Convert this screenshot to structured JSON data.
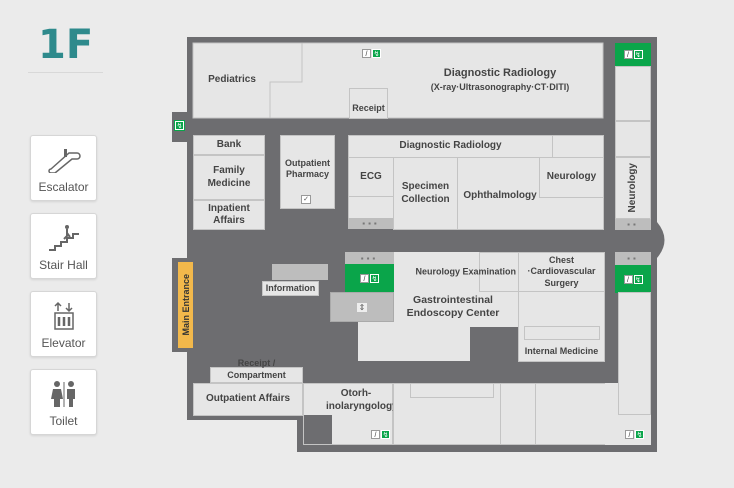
{
  "floor": "1F",
  "legend": [
    {
      "label": "Escalator",
      "icon": "escalator-icon"
    },
    {
      "label": "Stair Hall",
      "icon": "stairs-icon"
    },
    {
      "label": "Elevator",
      "icon": "elevator-icon"
    },
    {
      "label": "Toilet",
      "icon": "toilet-icon"
    }
  ],
  "rooms": {
    "pediatrics": "Pediatrics",
    "diag_radiology_top": "Diagnostic Radiology",
    "diag_radiology_top_sub": "(X-ray·Ultrasonography·CT·DITI)",
    "receipt_top": "Receipt",
    "bank": "Bank",
    "family_medicine": "Family Medicine",
    "inpatient_affairs": "Inpatient Affairs",
    "outpatient_pharmacy": "Outpatient Pharmacy",
    "diag_radiology": "Diagnostic Radiology",
    "ecg": "ECG",
    "specimen": "Specimen Collection",
    "ophthalmology": "Ophthalmology",
    "neurology": "Neurology",
    "neurology_right": "Neurology",
    "information": "Information",
    "main_entrance": "Main Entrance",
    "neuro_exam": "Neurology Examination",
    "chest": "Chest ·Cardiovascular Surgery",
    "gi": "Gastrointestinal Endoscopy Center",
    "internal_medicine": "Internal Medicine",
    "receipt_compartment": "Receipt / Compartment",
    "outpatient_affairs": "Outpatient Affairs",
    "ent": "Otorh-inolaryngology"
  },
  "colors": {
    "wall": "#6d6d70",
    "room": "#e6e6e6",
    "exit": "#0aa54a",
    "entrance": "#f2b84b",
    "title": "#2e8a8c"
  }
}
